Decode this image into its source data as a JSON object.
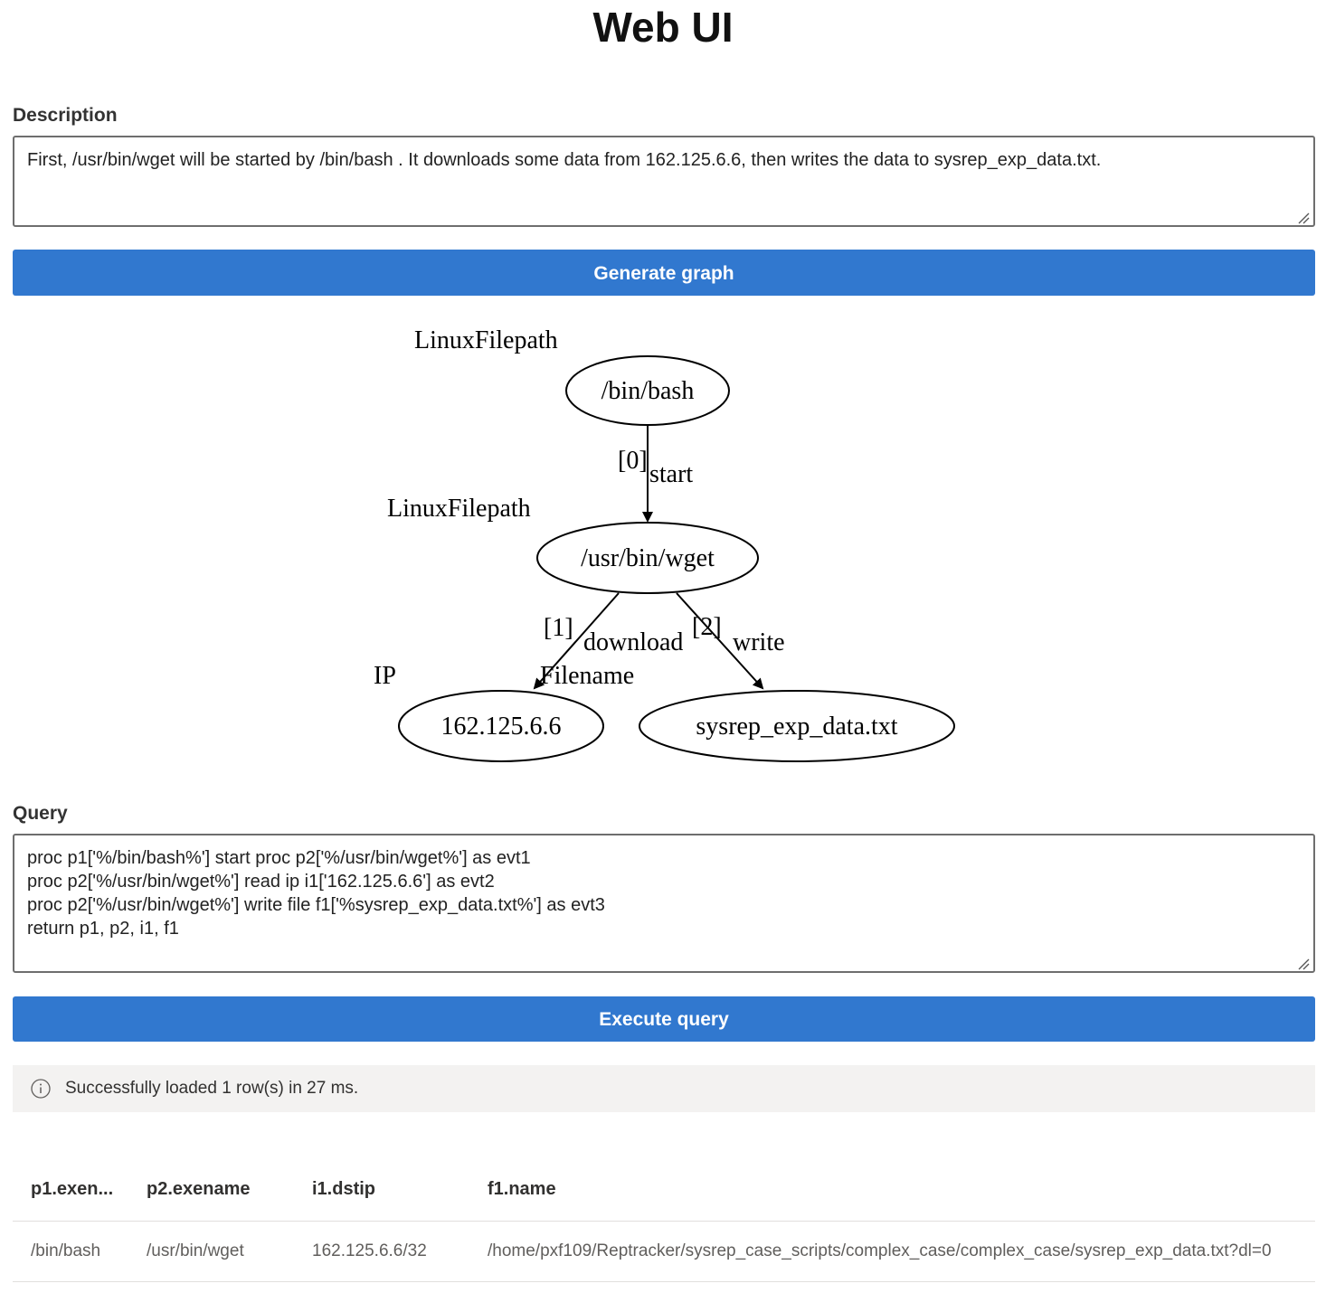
{
  "header": {
    "title": "Web UI"
  },
  "description": {
    "label": "Description",
    "value": "First, /usr/bin/wget will be started by /bin/bash . It downloads some data from 162.125.6.6, then writes the data to sysrep_exp_data.txt."
  },
  "generate_button": {
    "label": "Generate graph"
  },
  "graph": {
    "nodes": [
      {
        "id": "bash",
        "label": "/bin/bash",
        "type": "LinuxFilepath"
      },
      {
        "id": "wget",
        "label": "/usr/bin/wget",
        "type": "LinuxFilepath"
      },
      {
        "id": "ip",
        "label": "162.125.6.6",
        "type": "IP"
      },
      {
        "id": "file",
        "label": "sysrep_exp_data.txt",
        "type": "Filename"
      }
    ],
    "edges": [
      {
        "from": "bash",
        "to": "wget",
        "index": "[0]",
        "label": "start"
      },
      {
        "from": "wget",
        "to": "ip",
        "index": "[1]",
        "label": "download"
      },
      {
        "from": "wget",
        "to": "file",
        "index": "[2]",
        "label": "write"
      }
    ]
  },
  "query": {
    "label": "Query",
    "value": "proc p1['%/bin/bash%'] start proc p2['%/usr/bin/wget%'] as evt1\nproc p2['%/usr/bin/wget%'] read ip i1['162.125.6.6'] as evt2\nproc p2['%/usr/bin/wget%'] write file f1['%sysrep_exp_data.txt%'] as evt3\nreturn p1, p2, i1, f1"
  },
  "execute_button": {
    "label": "Execute query"
  },
  "status": {
    "icon": "info-icon",
    "message": "Successfully loaded 1 row(s) in 27 ms."
  },
  "results": {
    "columns": [
      "p1.exen...",
      "p2.exename",
      "i1.dstip",
      "f1.name"
    ],
    "rows": [
      [
        "/bin/bash",
        "/usr/bin/wget",
        "162.125.6.6/32",
        "/home/pxf109/Reptracker/sysrep_case_scripts/complex_case/complex_case/sysrep_exp_data.txt?dl=0"
      ]
    ]
  }
}
